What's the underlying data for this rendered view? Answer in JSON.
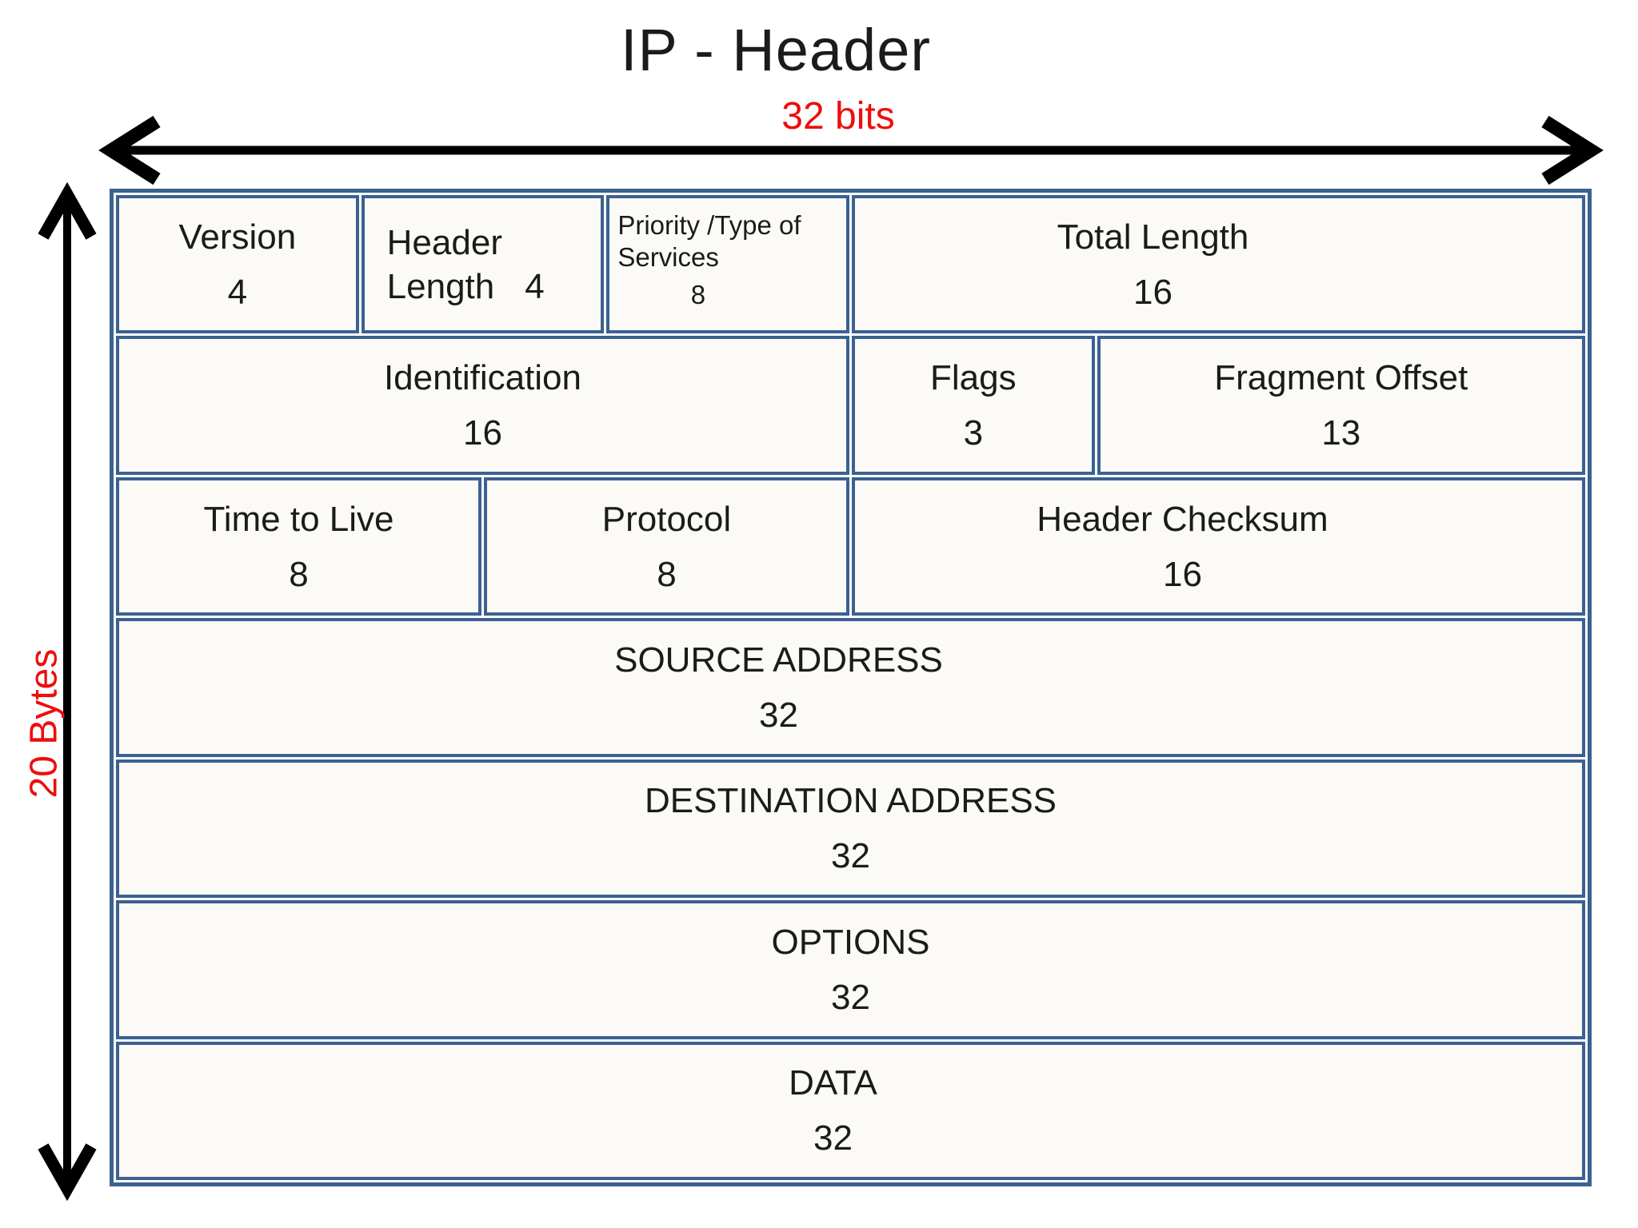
{
  "page": {
    "title": "IP - Header"
  },
  "labels": {
    "width_arrow": "32 bits",
    "height_arrow": "20 Bytes"
  },
  "colors": {
    "border_blue": "#3b6191",
    "label_red": "#ee0d0d",
    "text": "#1b1b1b",
    "cell_background": "#fbfaf7",
    "arrow_black": "#000000"
  },
  "fields": {
    "version": {
      "name": "Version",
      "bits": "4"
    },
    "header_length": {
      "name_line1": "Header",
      "name_line2": "Length",
      "bits": "4"
    },
    "type_of_service": {
      "name_line1": "Priority /Type of",
      "name_line2": "Services",
      "bits": "8"
    },
    "total_length": {
      "name": "Total Length",
      "bits": "16"
    },
    "identification": {
      "name": "Identification",
      "bits": "16"
    },
    "flags": {
      "name": "Flags",
      "bits": "3"
    },
    "fragment_offset": {
      "name": "Fragment Offset",
      "bits": "13"
    },
    "time_to_live": {
      "name": "Time to Live",
      "bits": "8"
    },
    "protocol": {
      "name": "Protocol",
      "bits": "8"
    },
    "header_checksum": {
      "name": "Header Checksum",
      "bits": "16"
    },
    "source_address": {
      "name": "SOURCE ADDRESS",
      "bits": "32"
    },
    "destination_address": {
      "name": "DESTINATION ADDRESS",
      "bits": "32"
    },
    "options": {
      "name": "OPTIONS",
      "bits": "32"
    },
    "data": {
      "name": "DATA",
      "bits": "32"
    }
  }
}
